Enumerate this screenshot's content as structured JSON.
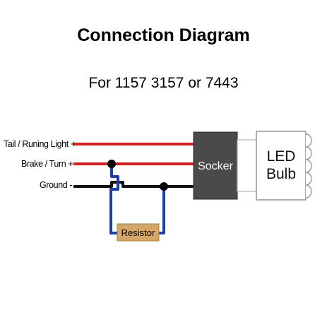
{
  "header": {
    "title": "Connection Diagram",
    "subtitle": "For 1157 3157 or 7443"
  },
  "wires": [
    {
      "label": "Tail / Runing Light",
      "terminal": "+",
      "color": "#d81e1e"
    },
    {
      "label": "Brake / Turn",
      "terminal": "+",
      "color": "#d81e1e"
    },
    {
      "label": "Ground",
      "terminal": "-",
      "color": "#111111"
    }
  ],
  "resistor": {
    "label": "Resistor",
    "color": "#d4a768",
    "lead_color": "#1e3fa8"
  },
  "socket": {
    "label": "Socker",
    "color": "#4a4a4a"
  },
  "bulb": {
    "label_line1": "LED",
    "label_line2": "Bulb"
  }
}
